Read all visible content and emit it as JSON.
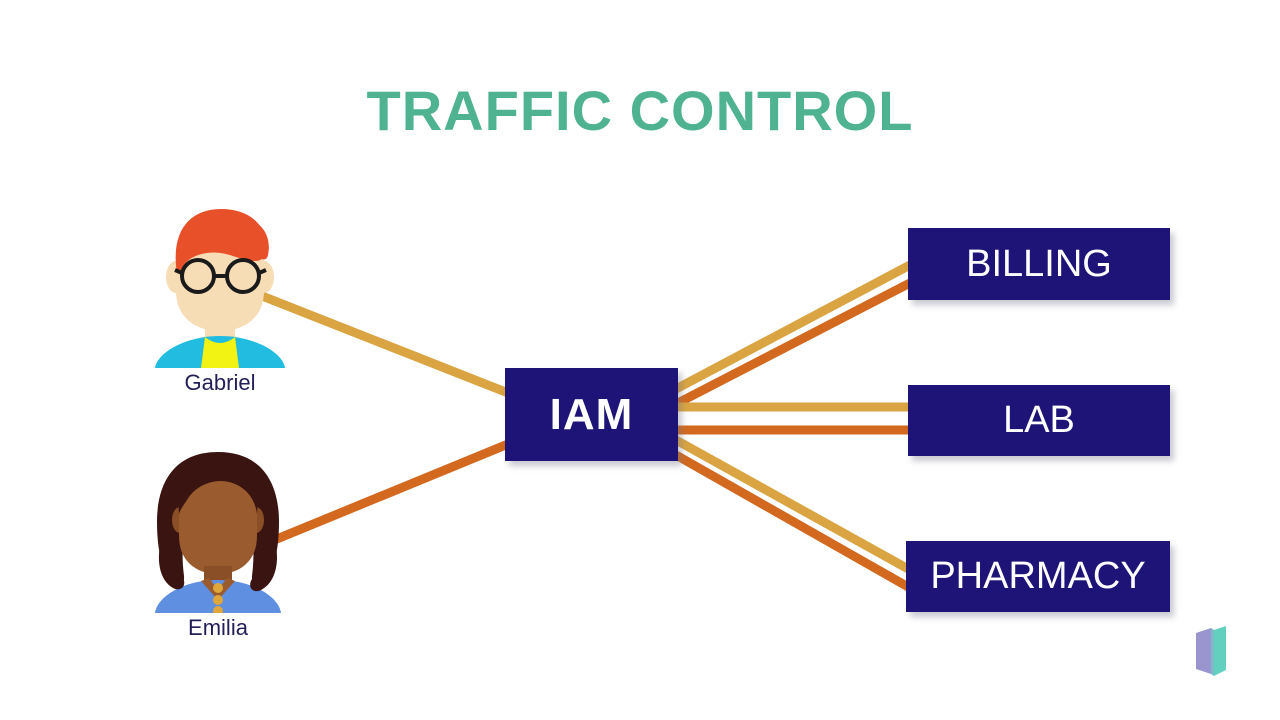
{
  "slide": {
    "title": "TRAFFIC CONTROL",
    "title_color": "#4FB391",
    "background": "#ffffff"
  },
  "hub": {
    "label": "IAM",
    "box_color": "#1E1478",
    "text_color": "#ffffff"
  },
  "people": [
    {
      "name": "Gabriel",
      "name_color": "#221E58",
      "hair_color": "#E8502A",
      "skin_color": "#F7DDB5",
      "shirt_color": "#21BCE0",
      "vest_color": "#F2F312",
      "glasses_color": "#1A1A1A",
      "link_color": "#D9A441"
    },
    {
      "name": "Emilia",
      "name_color": "#221E58",
      "hair_color": "#3A1410",
      "skin_color": "#9A5B2E",
      "shirt_color": "#5E8FE0",
      "button_color": "#DFA63A",
      "link_color": "#D2691E"
    }
  ],
  "services": [
    {
      "label": "BILLING",
      "box_color": "#1E1478",
      "text_color": "#ffffff"
    },
    {
      "label": "LAB",
      "box_color": "#1E1478",
      "text_color": "#ffffff"
    },
    {
      "label": "PHARMACY",
      "box_color": "#1E1478",
      "text_color": "#ffffff"
    }
  ],
  "links": {
    "gabriel_color": "#D9A441",
    "emilia_color": "#D2691E",
    "description": "Each user links to the IAM hub; IAM links onward to Billing, Lab and Pharmacy with one line per user."
  },
  "logo": {
    "name": "brand-logo",
    "left_panel_color": "#9A95CF",
    "right_panel_color": "#63CFBE"
  }
}
